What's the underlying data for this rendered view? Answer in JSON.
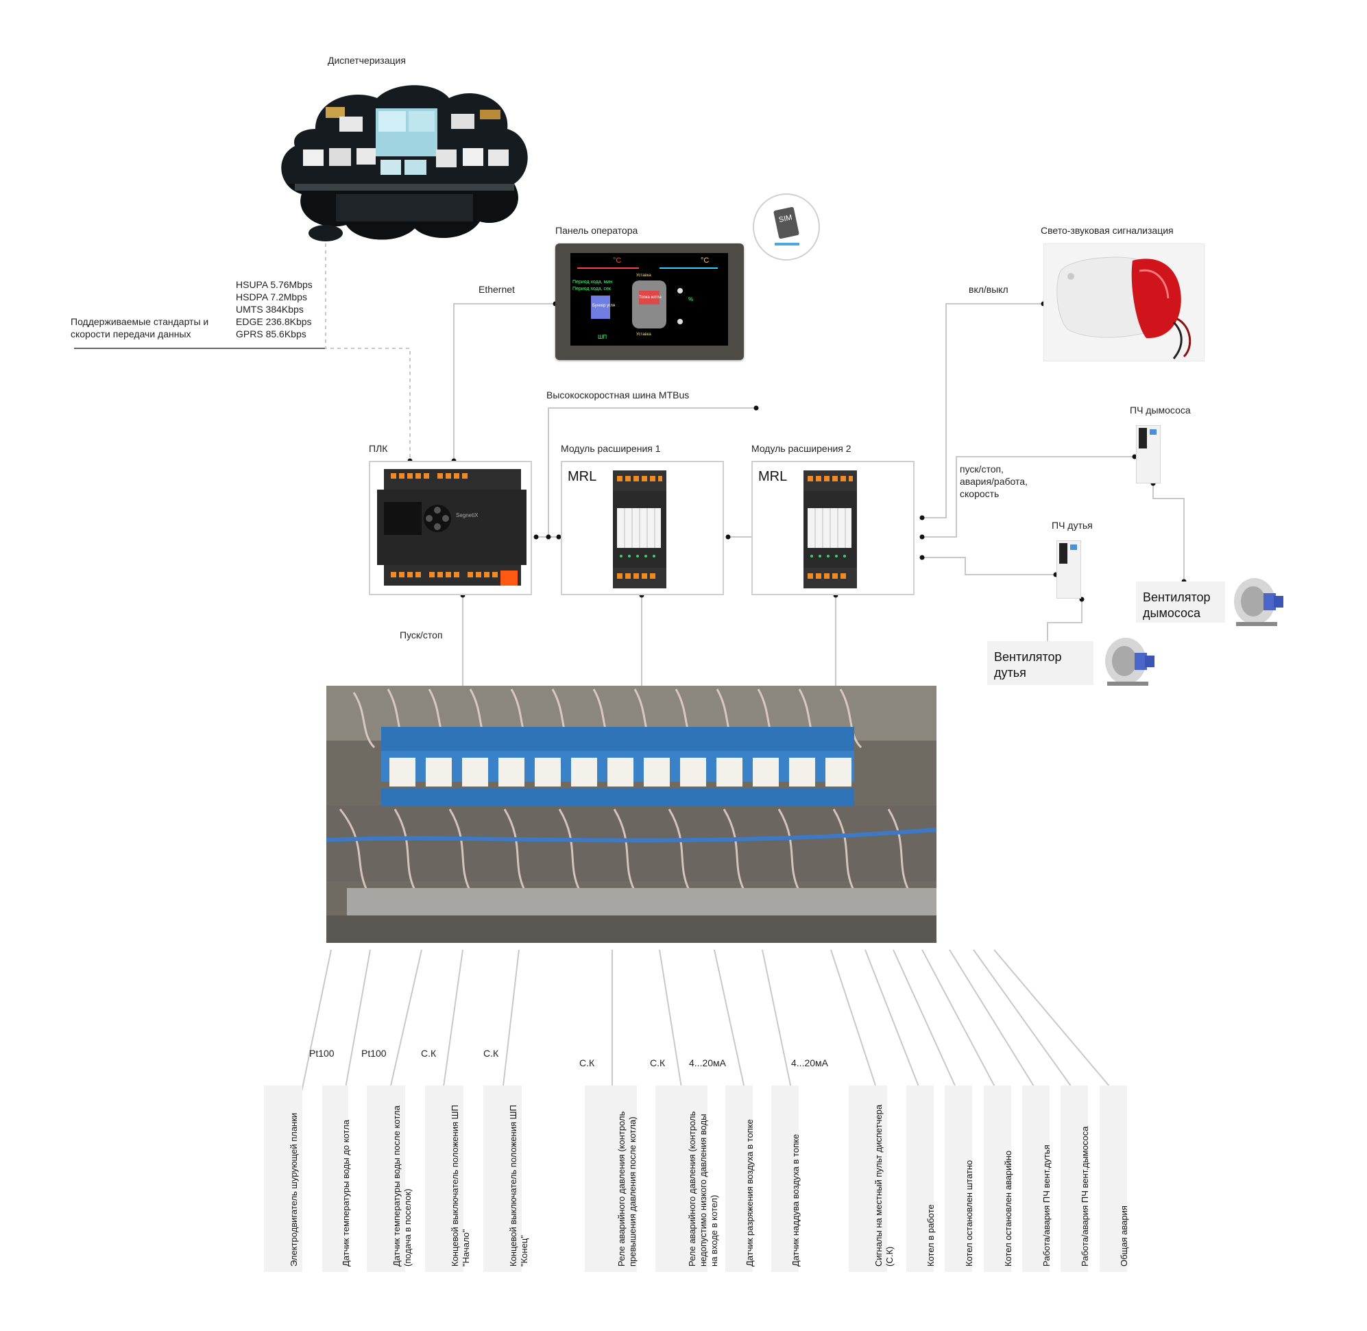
{
  "dispatch": {
    "title": "Диспетчеризация"
  },
  "operator_panel": {
    "title": "Панель оператора",
    "temp_unit_1": "°C",
    "temp_unit_2": "°C",
    "screen_left_1": "Период хода, мин",
    "screen_left_2": "Период хода, сек",
    "bunker_label": "Бункер угля",
    "boiler_label": "Топка котла",
    "footer_tag": "ШП",
    "setpoint_top": "Уставка",
    "setpoint_bottom": "Уставка",
    "percent": "%"
  },
  "sim": {
    "label": "SIM"
  },
  "alarm": {
    "title": "Свето-звуковая сигнализация"
  },
  "links": {
    "ethernet": "Ethernet",
    "on_off": "вкл/выкл",
    "bus": "Высокоскоростная шина MTBus",
    "start_stop": "Пуск/стоп",
    "vfd_signals_1": "пуск/стоп,",
    "vfd_signals_2": "авария/работа,",
    "vfd_signals_3": "скорость"
  },
  "standards": {
    "caption_line1": "Поддерживаемые стандарты и",
    "caption_line2": "скорости передачи данных",
    "items": [
      "HSUPA 5.76Mbps",
      "HSDPA 7.2Mbps",
      "UMTS 384Kbps",
      "EDGE 236.8Kbps",
      "GPRS 85.6Kbps"
    ]
  },
  "devices": {
    "plc": "ПЛК",
    "plc_brand": "SegnetiX",
    "mod1": "Модуль расширения 1",
    "mod2": "Модуль расширения 2",
    "mrl1": "MRL",
    "mrl2": "MRL",
    "vfd_exhaust": "ПЧ дымососа",
    "vfd_blower": "ПЧ дутья",
    "fan_exhaust": "Вентилятор дымососа",
    "fan_blower": "Вентилятор дутья"
  },
  "signal_types": {
    "t1": "Pt100",
    "t2": "Pt100",
    "t3": "С.К",
    "t4": "С.К",
    "t5": "С.К",
    "t6": "С.К",
    "t7": "4...20мА",
    "t8": "4...20мА"
  },
  "sensors": [
    "Электродвигатель шурующей планки",
    "Датчик температуры воды до котла",
    "Датчик температуры воды после котла (подача в поселок)",
    "Концевой выключатель положения ШП \"Начало\"",
    "Концевой выключатель положения ШП \"Конец\"",
    "Реле аварийного давления (контроль превышения давления после котла)",
    "Реле аварийного давления (контроль недопустимо низкого давления воды на входе в котел)",
    "Датчик разряжения воздуха в топке",
    "Датчик наддува воздуха в топке",
    "Сигналы на местный пульт диспетчера (С.К)",
    "Котел в работе",
    "Котел остановлен штатно",
    "Котел остановлен аварийно",
    "Работа/авария ПЧ вент.дутья",
    "Работа/авария ПЧ вент.дымососа",
    "Общая авария"
  ],
  "colors": {
    "line": "#c8c8c8",
    "dot": "#111111",
    "card_bg": "#f2f2f2",
    "alarm_red": "#d0141c"
  }
}
